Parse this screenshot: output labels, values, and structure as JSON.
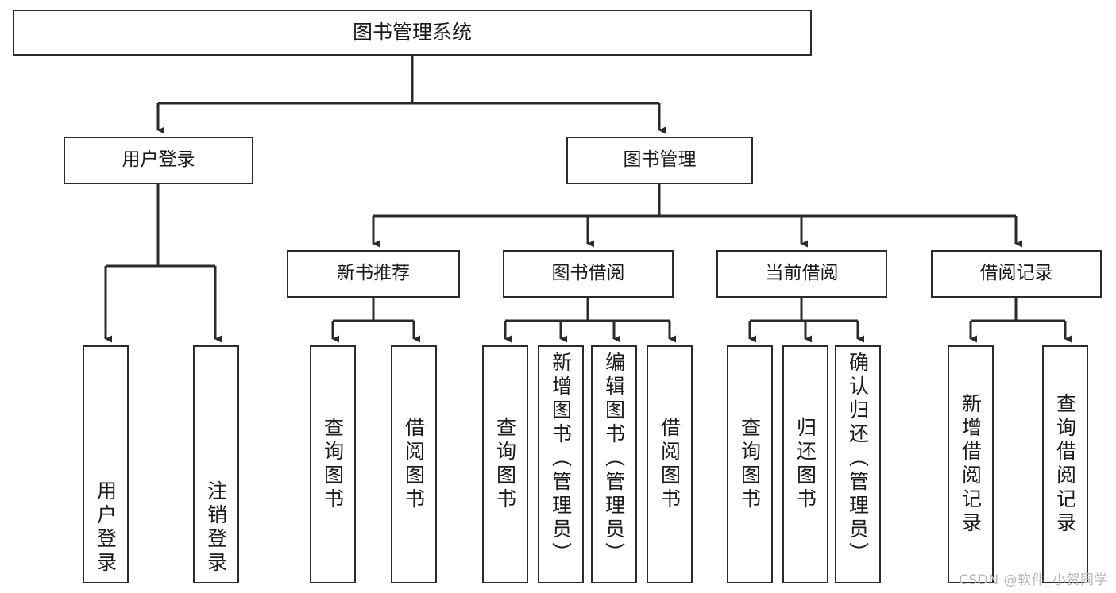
{
  "diagram": {
    "title": "图书管理系统",
    "type": "tree-hierarchy-chart",
    "root": {
      "id": "root",
      "label": "图书管理系统"
    },
    "level1": [
      {
        "id": "user-login",
        "label": "用户登录"
      },
      {
        "id": "book-management",
        "label": "图书管理"
      }
    ],
    "level2": [
      {
        "id": "new-book-recommend",
        "label": "新书推荐"
      },
      {
        "id": "book-borrow",
        "label": "图书借阅"
      },
      {
        "id": "current-borrow",
        "label": "当前借阅"
      },
      {
        "id": "borrow-record",
        "label": "借阅记录"
      }
    ],
    "leaves": {
      "user_login": [
        {
          "id": "leaf-user-login",
          "label": "用户登录",
          "align": "bottom"
        },
        {
          "id": "leaf-logout",
          "label": "注销登录",
          "align": "bottom"
        }
      ],
      "new_book_recommend": [
        {
          "id": "leaf-query-book-1",
          "label": "查询图书",
          "align": "center"
        },
        {
          "id": "leaf-borrow-book-1",
          "label": "借阅图书",
          "align": "center"
        }
      ],
      "book_borrow": [
        {
          "id": "leaf-query-book-2",
          "label": "查询图书",
          "align": "center"
        },
        {
          "id": "leaf-add-book",
          "label": "新增图书（管理员）",
          "align": "top"
        },
        {
          "id": "leaf-edit-book",
          "label": "编辑图书（管理员）",
          "align": "top"
        },
        {
          "id": "leaf-borrow-book-2",
          "label": "借阅图书",
          "align": "center"
        }
      ],
      "current_borrow": [
        {
          "id": "leaf-query-book-3",
          "label": "查询图书",
          "align": "center"
        },
        {
          "id": "leaf-return-book",
          "label": "归还图书",
          "align": "center"
        },
        {
          "id": "leaf-confirm-return",
          "label": "确认归还（管理员）",
          "align": "top"
        }
      ],
      "borrow_record": [
        {
          "id": "leaf-add-record",
          "label": "新增借阅记录",
          "align": "center"
        },
        {
          "id": "leaf-query-record",
          "label": "查询借阅记录",
          "align": "center"
        }
      ]
    }
  },
  "watermark": {
    "text": "CSDN @软件_小贺同学"
  },
  "colors": {
    "stroke": "#2b2b2b",
    "box_fill": "#ffffff",
    "text": "#1a1a1a",
    "watermark": "#b8b8b8",
    "background": "#ffffff"
  }
}
